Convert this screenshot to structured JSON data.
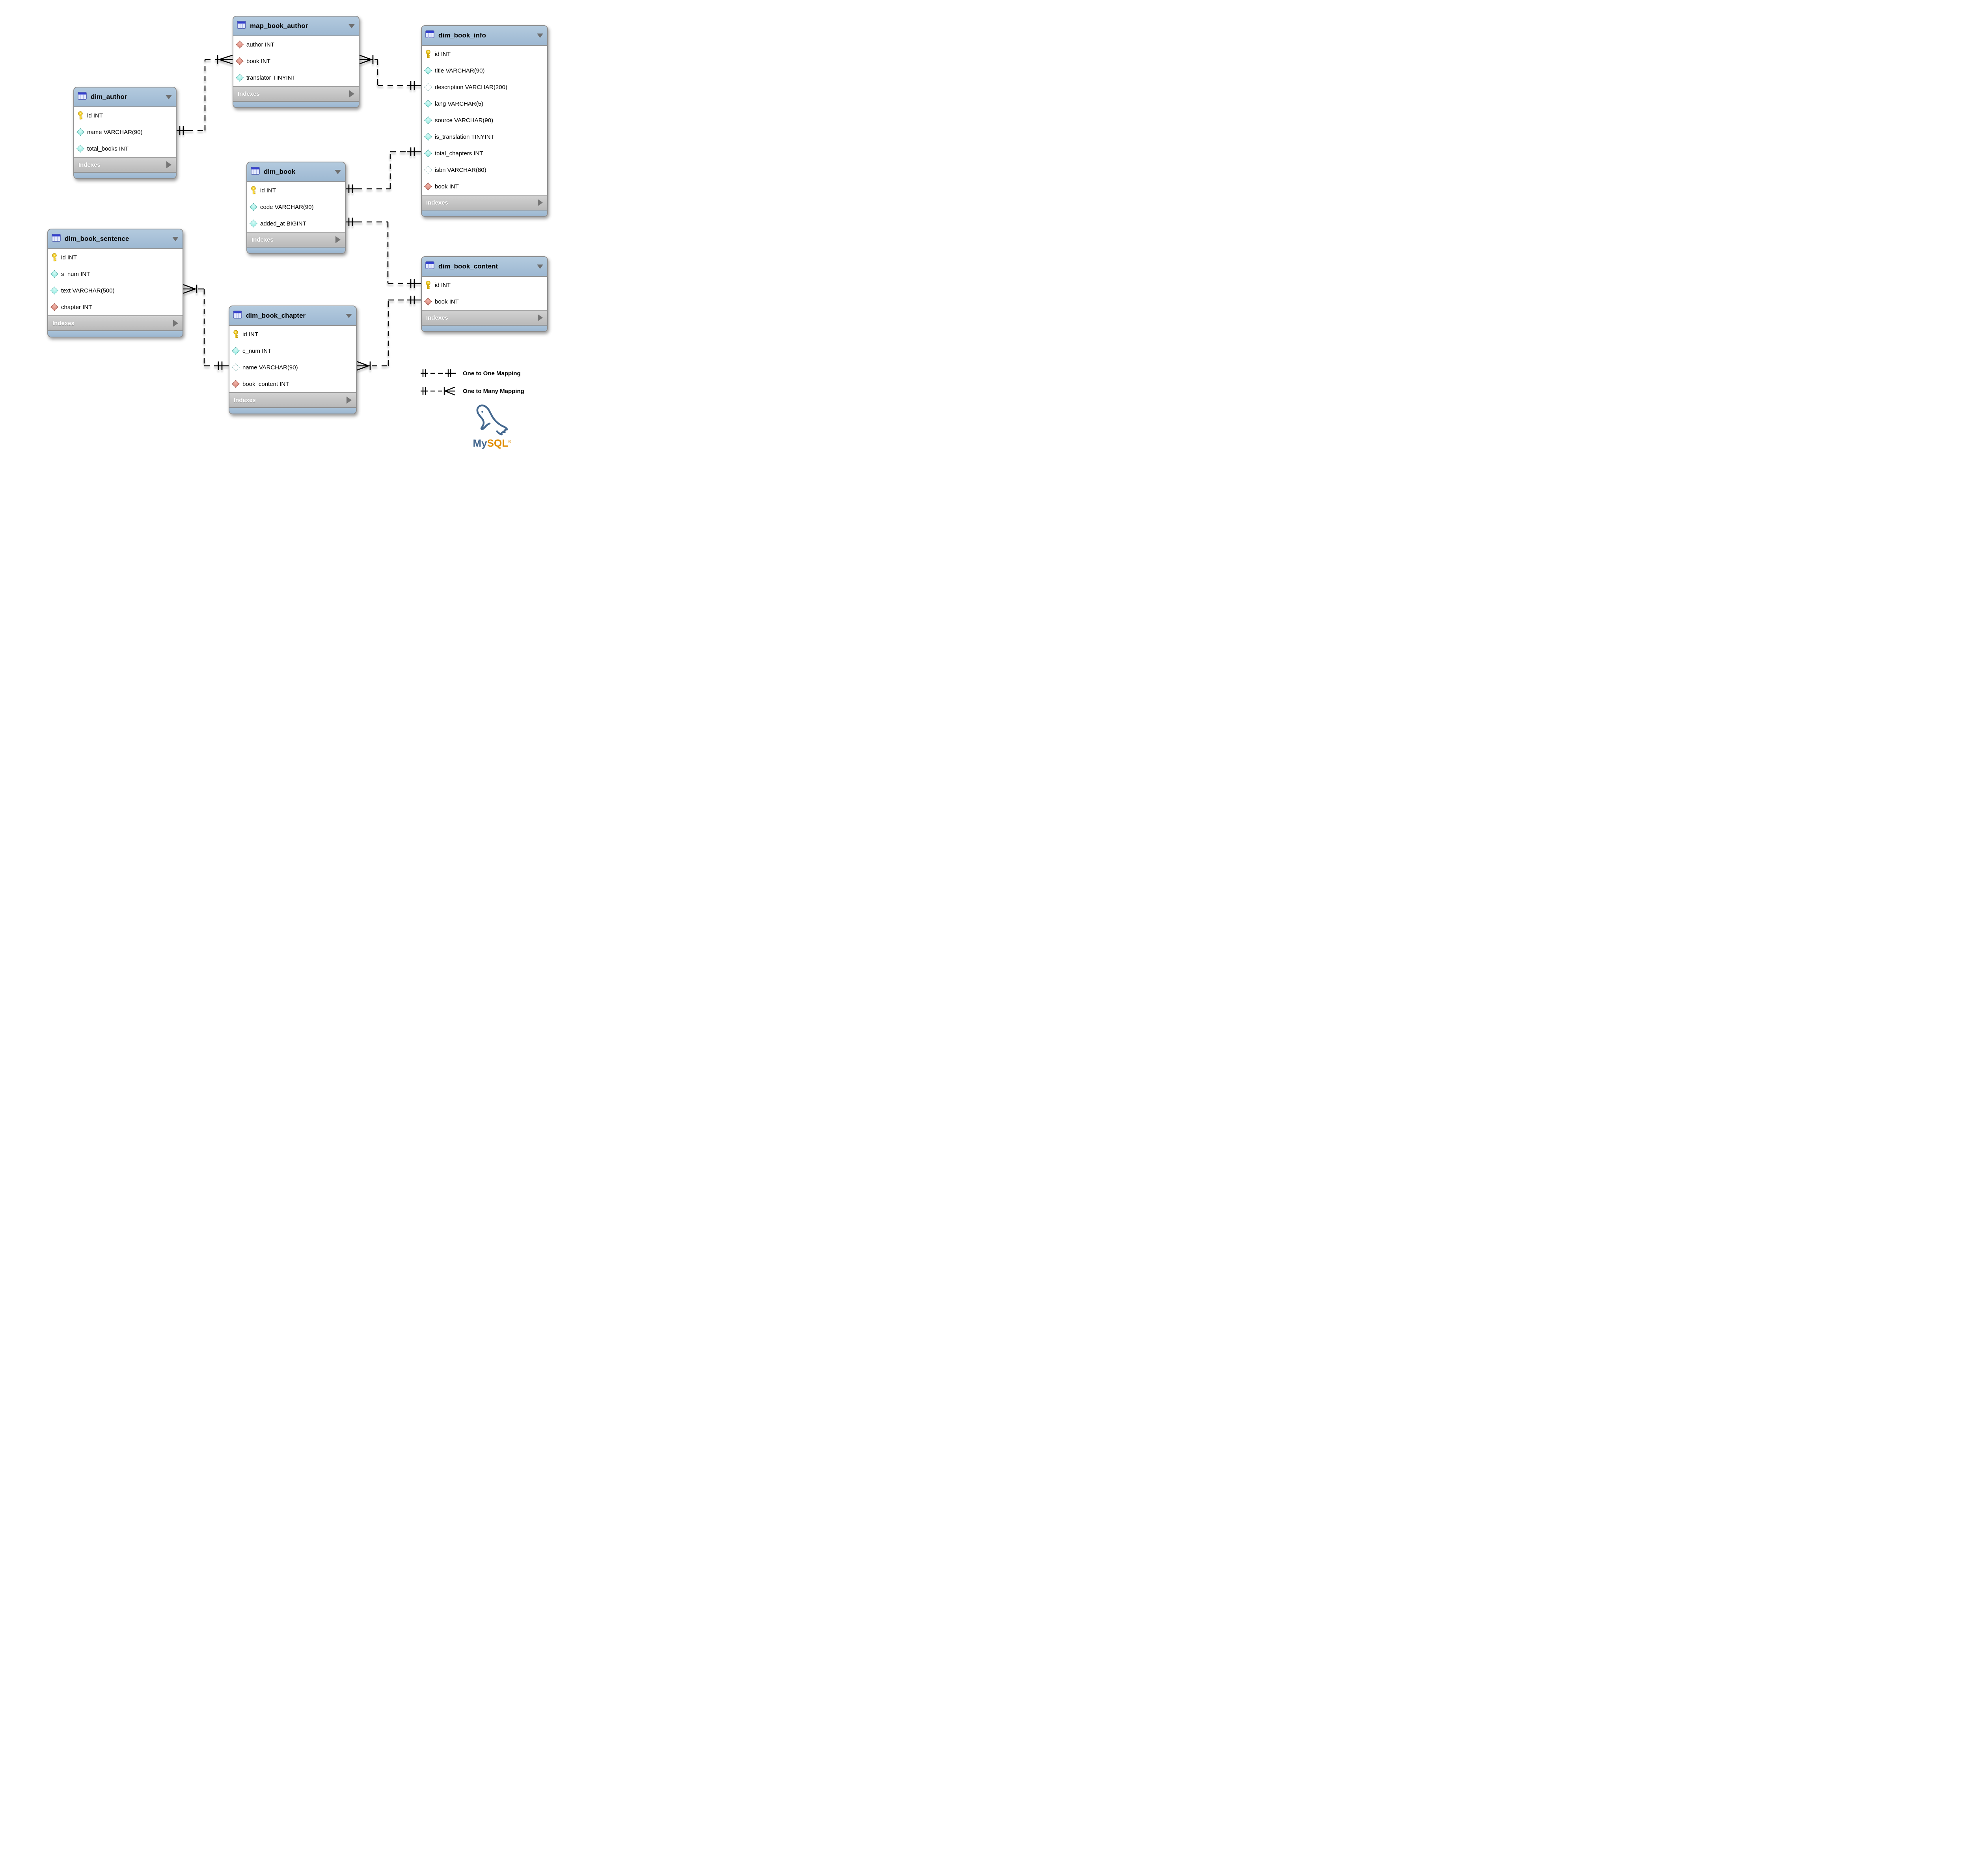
{
  "diagram": {
    "colors": {
      "table_header": "#a7c1d9",
      "indexes_bar": "#c6c6c6",
      "connector": "#000000",
      "logo_blue": "#44688f",
      "logo_orange": "#e08c00"
    },
    "tables": [
      {
        "id": "map_book_author",
        "title": "map_book_author",
        "indexes_label": "Indexes",
        "fields": [
          {
            "name": "author INT",
            "icon": "foreign-key"
          },
          {
            "name": "book INT",
            "icon": "foreign-key"
          },
          {
            "name": "translator TINYINT",
            "icon": "attribute"
          }
        ]
      },
      {
        "id": "dim_book_info",
        "title": "dim_book_info",
        "indexes_label": "Indexes",
        "fields": [
          {
            "name": "id INT",
            "icon": "primary-key"
          },
          {
            "name": "title VARCHAR(90)",
            "icon": "attribute"
          },
          {
            "name": "description VARCHAR(200)",
            "icon": "attribute-nullable"
          },
          {
            "name": "lang VARCHAR(5)",
            "icon": "attribute"
          },
          {
            "name": "source VARCHAR(90)",
            "icon": "attribute"
          },
          {
            "name": "is_translation TINYINT",
            "icon": "attribute"
          },
          {
            "name": "total_chapters INT",
            "icon": "attribute"
          },
          {
            "name": "isbn VARCHAR(80)",
            "icon": "attribute-nullable"
          },
          {
            "name": "book INT",
            "icon": "foreign-key"
          }
        ]
      },
      {
        "id": "dim_author",
        "title": "dim_author",
        "indexes_label": "Indexes",
        "fields": [
          {
            "name": "id INT",
            "icon": "primary-key"
          },
          {
            "name": "name VARCHAR(90)",
            "icon": "attribute"
          },
          {
            "name": "total_books INT",
            "icon": "attribute"
          }
        ]
      },
      {
        "id": "dim_book",
        "title": "dim_book",
        "indexes_label": "Indexes",
        "fields": [
          {
            "name": "id INT",
            "icon": "primary-key"
          },
          {
            "name": "code VARCHAR(90)",
            "icon": "attribute"
          },
          {
            "name": "added_at BIGINT",
            "icon": "attribute"
          }
        ]
      },
      {
        "id": "dim_book_sentence",
        "title": "dim_book_sentence",
        "indexes_label": "Indexes",
        "fields": [
          {
            "name": "id INT",
            "icon": "primary-key"
          },
          {
            "name": "s_num INT",
            "icon": "attribute"
          },
          {
            "name": "text VARCHAR(500)",
            "icon": "attribute"
          },
          {
            "name": "chapter INT",
            "icon": "foreign-key"
          }
        ]
      },
      {
        "id": "dim_book_chapter",
        "title": "dim_book_chapter",
        "indexes_label": "Indexes",
        "fields": [
          {
            "name": "id INT",
            "icon": "primary-key"
          },
          {
            "name": "c_num INT",
            "icon": "attribute"
          },
          {
            "name": "name VARCHAR(90)",
            "icon": "attribute-nullable"
          },
          {
            "name": "book_content INT",
            "icon": "foreign-key"
          }
        ]
      },
      {
        "id": "dim_book_content",
        "title": "dim_book_content",
        "indexes_label": "Indexes",
        "fields": [
          {
            "name": "id INT",
            "icon": "primary-key"
          },
          {
            "name": "book INT",
            "icon": "foreign-key"
          }
        ]
      }
    ],
    "relationships": [
      {
        "from": "dim_author",
        "to": "map_book_author",
        "type": "one-to-many"
      },
      {
        "from": "dim_book_info",
        "to": "map_book_author",
        "type": "one-to-many"
      },
      {
        "from": "dim_book",
        "to": "dim_book_info",
        "type": "one-to-one"
      },
      {
        "from": "dim_book",
        "to": "dim_book_content",
        "type": "one-to-one"
      },
      {
        "from": "dim_book_chapter",
        "to": "dim_book_sentence",
        "type": "one-to-many"
      },
      {
        "from": "dim_book_content",
        "to": "dim_book_chapter",
        "type": "one-to-many"
      }
    ],
    "legend": [
      {
        "type": "one-to-one",
        "label": "One to One Mapping"
      },
      {
        "type": "one-to-many",
        "label": "One to Many Mapping"
      }
    ],
    "logo": {
      "text_my": "My",
      "text_sql": "SQL",
      "registered": "®"
    }
  }
}
